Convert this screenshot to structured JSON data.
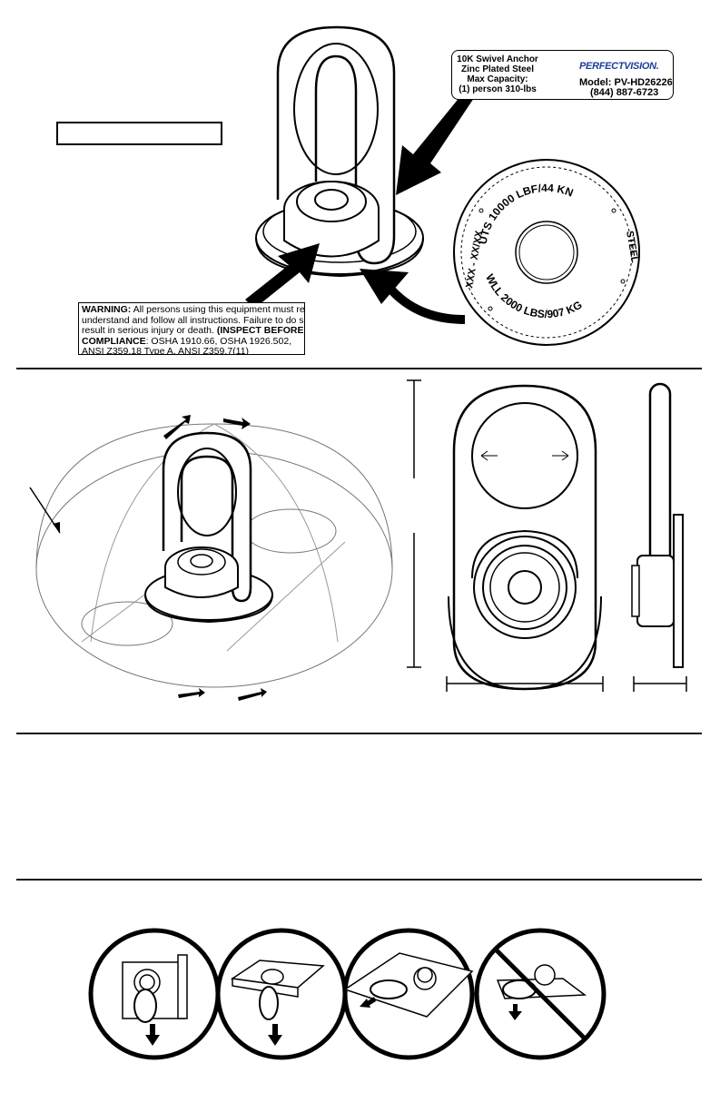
{
  "tag_label": {
    "lines": [
      "10K Swivel Anchor",
      "Zinc Plated Steel",
      "Max Capacity:",
      "(1) person 310-lbs"
    ],
    "brand": "PERFECTVISION.",
    "model": "Model: PV-HD26226",
    "phone": "(844) 887-6723"
  },
  "warning_label": {
    "warning_head": "WARNING:",
    "warning_text_1": " All persons using this equipment must read,",
    "line2": "understand and follow all instructions. Failure to do so c",
    "line3_a": "result in serious injury or death. ",
    "line3_b": "(INSPECT BEFORE US",
    "compliance_head": "COMPLIANCE",
    "compliance_text": ": OSHA 1910.66, OSHA 1926.502,",
    "line5": "ANSI Z359.18 Type A, ANSI Z359.7(11)"
  },
  "base_markings": {
    "top": "UTS 10000 LBF/44 KN",
    "right": "STEEL",
    "bottom": "WLL 2000 LBS/907 KG",
    "left": "XXX - XX/XX"
  },
  "usage_panels": [
    {
      "id": "correct-vertical",
      "prohibited": false
    },
    {
      "id": "correct-angled",
      "prohibited": false
    },
    {
      "id": "correct-side",
      "prohibited": false
    },
    {
      "id": "incorrect-edge",
      "prohibited": true
    }
  ]
}
